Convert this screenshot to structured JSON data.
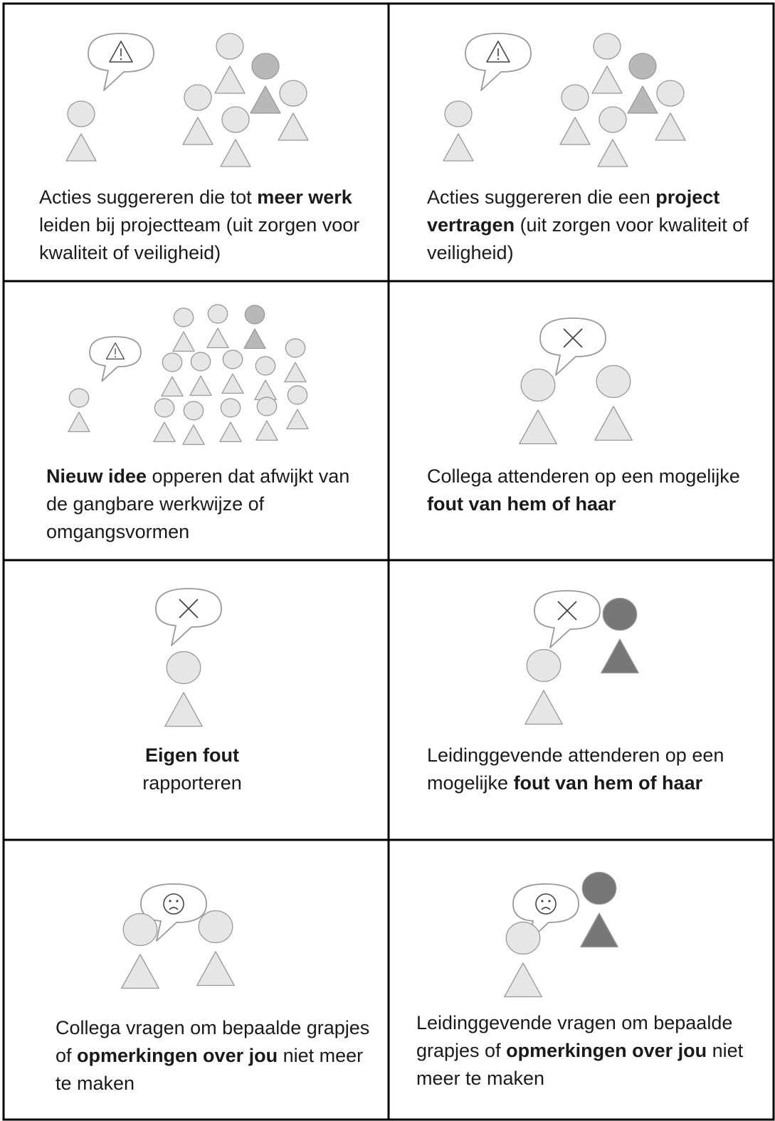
{
  "cells": [
    {
      "name": "cell-more-work",
      "caption": [
        {
          "text": "Acties suggereren die tot ",
          "bold": false
        },
        {
          "text": "meer werk",
          "bold": true
        },
        {
          "text": " leiden bij projectteam (uit zorgen voor kwaliteit of veiligheid)",
          "bold": false
        }
      ]
    },
    {
      "name": "cell-delay-project",
      "caption": [
        {
          "text": "Acties suggereren die een ",
          "bold": false
        },
        {
          "text": "project vertragen",
          "bold": true
        },
        {
          "text": " (uit zorgen voor kwaliteit of veiligheid)",
          "bold": false
        }
      ]
    },
    {
      "name": "cell-new-idea",
      "caption": [
        {
          "text": "Nieuw idee",
          "bold": true
        },
        {
          "text": " opperen dat afwijkt van de gangbare werkwijze of omgangsvormen",
          "bold": false
        }
      ]
    },
    {
      "name": "cell-colleague-error",
      "caption": [
        {
          "text": "Collega attenderen op een mogelijke ",
          "bold": false
        },
        {
          "text": "fout van hem of haar",
          "bold": true
        }
      ]
    },
    {
      "name": "cell-own-error",
      "caption": [
        {
          "text": "Eigen fout",
          "bold": true
        },
        {
          "text": "\nrapporteren",
          "bold": false
        }
      ]
    },
    {
      "name": "cell-manager-error",
      "caption": [
        {
          "text": "Leidinggevende attenderen op een mogelijke ",
          "bold": false
        },
        {
          "text": "fout van hem of haar",
          "bold": true
        }
      ]
    },
    {
      "name": "cell-colleague-jokes",
      "caption": [
        {
          "text": "Collega vragen om bepaalde grapjes of ",
          "bold": false
        },
        {
          "text": "opmerkingen over jou",
          "bold": true
        },
        {
          "text": " niet meer te maken",
          "bold": false
        }
      ]
    },
    {
      "name": "cell-manager-jokes",
      "caption": [
        {
          "text": "Leidinggevende vragen om bepaalde grapjes of ",
          "bold": false
        },
        {
          "text": "opmerkingen over jou",
          "bold": true
        },
        {
          "text": " niet meer te maken",
          "bold": false
        }
      ]
    }
  ],
  "icons": [
    "warning-icon",
    "cross-icon",
    "sad-face-icon"
  ],
  "colors": {
    "figure_light": "#e6e6e6",
    "figure_medium": "#b8b8b8",
    "figure_dark": "#777777",
    "outline": "#999999",
    "grid_line": "#000000"
  }
}
